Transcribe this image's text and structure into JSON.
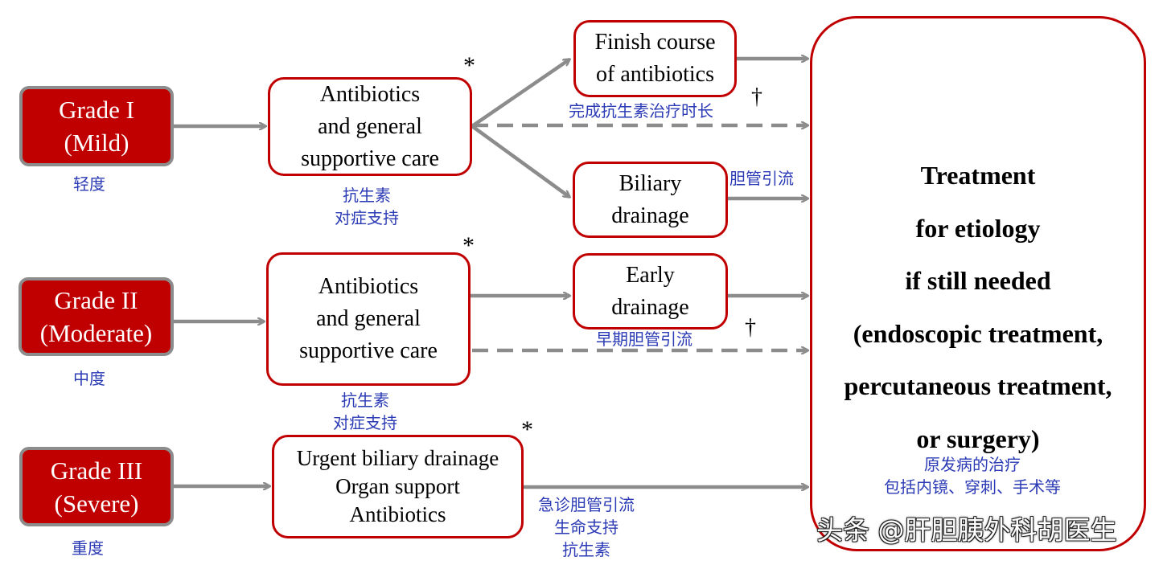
{
  "grades": [
    {
      "id": "grade1",
      "line1": "Grade I",
      "line2": "(Mild)",
      "cn": "轻度"
    },
    {
      "id": "grade2",
      "line1": "Grade II",
      "line2": "(Moderate)",
      "cn": "中度"
    },
    {
      "id": "grade3",
      "line1": "Grade III",
      "line2": "(Severe)",
      "cn": "重度"
    }
  ],
  "steps": {
    "antibiotics1": {
      "lines": [
        "Antibiotics",
        "and general",
        "supportive care"
      ],
      "cn": [
        "抗生素",
        "对症支持"
      ]
    },
    "antibiotics2": {
      "lines": [
        "Antibiotics",
        "and general",
        "supportive care"
      ],
      "cn": [
        "抗生素",
        "对症支持"
      ]
    },
    "urgent": {
      "lines": [
        "Urgent biliary drainage",
        "Organ support",
        "Antibiotics"
      ],
      "cn": [
        "急诊胆管引流",
        "生命支持",
        "抗生素"
      ]
    },
    "finish": {
      "lines": [
        "Finish course",
        "of antibiotics"
      ],
      "cn": "完成抗生素治疗时长"
    },
    "biliary": {
      "lines": [
        "Biliary",
        "drainage"
      ],
      "cn": "胆管引流"
    },
    "early": {
      "lines": [
        "Early",
        "drainage"
      ],
      "cn": "早期胆管引流"
    }
  },
  "treatment": {
    "lines": [
      "Treatment",
      "for etiology",
      "if still needed",
      "(endoscopic treatment,",
      "percutaneous treatment,",
      "or surgery)"
    ],
    "cn": [
      "原发病的治疗",
      "包括内镜、穿刺、手术等"
    ]
  },
  "marks": {
    "asterisk": "*",
    "dagger": "†"
  },
  "watermark": "头条 @肝胆胰外科胡医生",
  "colors": {
    "box_red": "#c00000",
    "grade_border": "#8c8c8c",
    "arrow": "#8c8c8c",
    "chinese_text": "#2b3ab5"
  }
}
